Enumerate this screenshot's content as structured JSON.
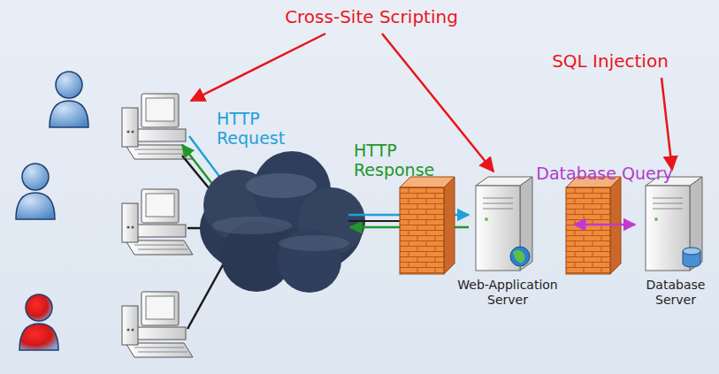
{
  "diagram": {
    "nodes": [
      {
        "text": [
          "Web-Application Server"
        ]
      },
      {
        "text": [
          "Database Server"
        ]
      }
    ],
    "edges": [
      {
        "from": 0,
        "to": 1,
        "label": "Database Query",
        "arrow": "both"
      }
    ],
    "labels": [
      "Cross-Site Scripting",
      "SQL Injection",
      "HTTP Request",
      "HTTP Response"
    ]
  }
}
